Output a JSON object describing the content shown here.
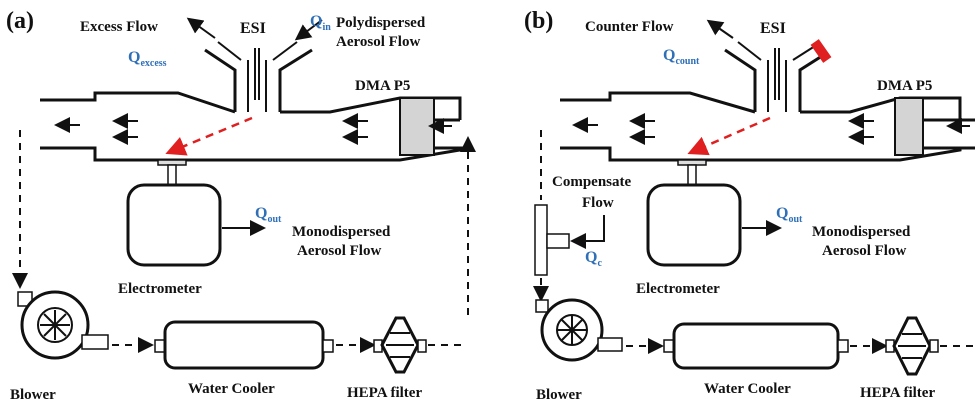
{
  "panels": [
    {
      "tag": "(a)",
      "excess_flow": "Excess Flow",
      "esi": "ESI",
      "q_in": "Q",
      "q_in_sub": "in",
      "poly_line1": "Polydispersed",
      "poly_line2": "Aerosol Flow",
      "q_excess": "Q",
      "q_excess_sub": "excess",
      "dma": "DMA P5",
      "q_out": "Q",
      "q_out_sub": "out",
      "mono_line1": "Monodispersed",
      "mono_line2": "Aerosol Flow",
      "electrometer": "Electrometer",
      "blower": "Blower",
      "water_cooler": "Water Cooler",
      "hepa": "HEPA filter"
    },
    {
      "tag": "(b)",
      "counter_flow": "Counter Flow",
      "esi": "ESI",
      "q_count": "Q",
      "q_count_sub": "count",
      "dma": "DMA P5",
      "compensate_line1": "Compensate",
      "compensate_line2": "Flow",
      "q_c": "Q",
      "q_c_sub": "c",
      "q_out": "Q",
      "q_out_sub": "out",
      "mono_line1": "Monodispersed",
      "mono_line2": "Aerosol Flow",
      "electrometer": "Electrometer",
      "blower": "Blower",
      "water_cooler": "Water Cooler",
      "hepa": "HEPA filter"
    }
  ],
  "colors": {
    "accent_blue": "#2e6fb7",
    "red": "#e02020",
    "filter_gray": "#d4d4d4"
  }
}
